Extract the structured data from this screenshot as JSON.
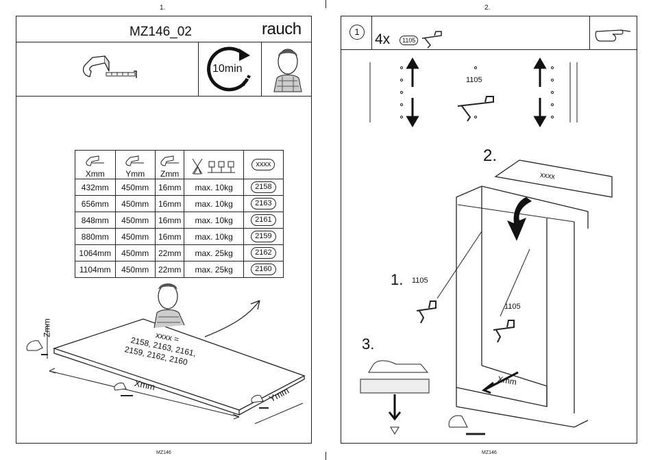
{
  "pages": [
    {
      "page_number": "1.",
      "footer": "MZ146",
      "header": {
        "title": "MZ146_02",
        "brand": "rauch"
      },
      "time": {
        "label": "10min"
      },
      "table": {
        "headers": [
          "Xmm",
          "Ymm",
          "Zmm",
          "",
          "xxxx"
        ],
        "rows": [
          {
            "x": "432mm",
            "y": "450mm",
            "z": "16mm",
            "load": "max. 10kg",
            "code": "2158"
          },
          {
            "x": "656mm",
            "y": "450mm",
            "z": "16mm",
            "load": "max. 10kg",
            "code": "2163"
          },
          {
            "x": "848mm",
            "y": "450mm",
            "z": "16mm",
            "load": "max. 10kg",
            "code": "2161"
          },
          {
            "x": "880mm",
            "y": "450mm",
            "z": "16mm",
            "load": "max. 10kg",
            "code": "2159"
          },
          {
            "x": "1064mm",
            "y": "450mm",
            "z": "22mm",
            "load": "max. 25kg",
            "code": "2162"
          },
          {
            "x": "1104mm",
            "y": "450mm",
            "z": "22mm",
            "load": "max. 25kg",
            "code": "2160"
          }
        ]
      },
      "shelf_note": [
        "xxxx =",
        "2158, 2163, 2161,",
        "2159, 2162, 2160"
      ],
      "dims": {
        "x": "Xmm",
        "y": "Ymm",
        "z": "Zmm"
      }
    },
    {
      "page_number": "2.",
      "footer": "MZ146",
      "step": {
        "number": "1",
        "qty": "4x",
        "part": "1105"
      },
      "part_label": "1105",
      "steps": {
        "s1": "1.",
        "s2": "2.",
        "s3": "3."
      },
      "shelf_label": "xxxx",
      "x_label": "Xmm"
    }
  ]
}
